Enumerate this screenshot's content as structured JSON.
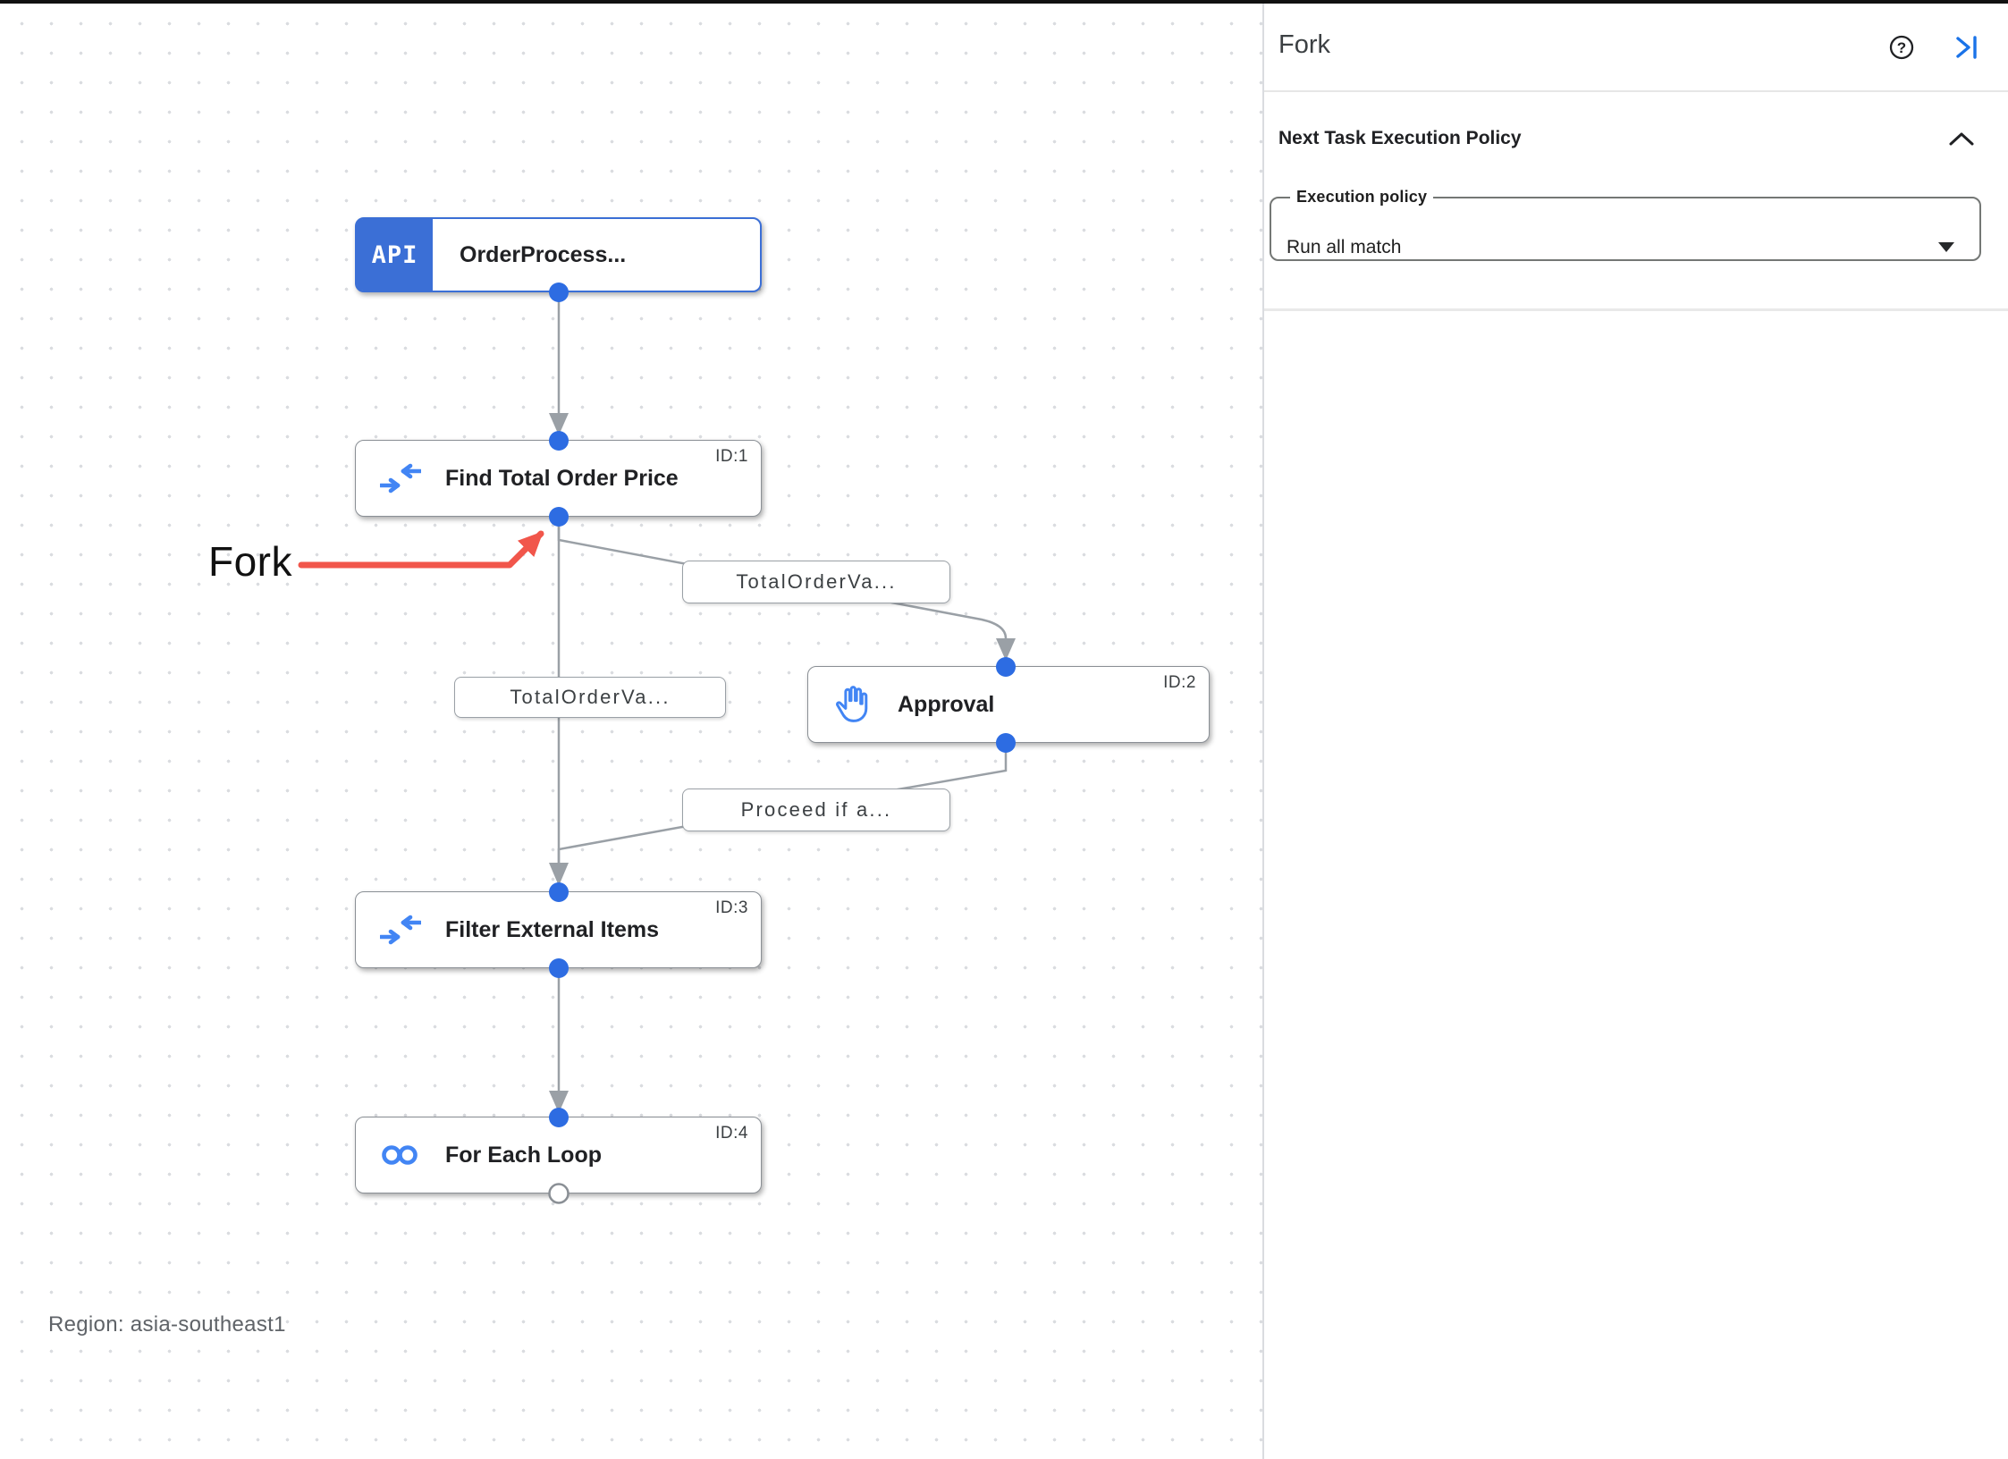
{
  "canvas": {
    "region": "Region: asia-southeast1",
    "annotation_label": "Fork",
    "trigger": {
      "badge": "API",
      "title": "OrderProcess..."
    },
    "nodes": [
      {
        "id": "ID:1",
        "title": "Find Total Order Price",
        "icon": "data-mapping-icon"
      },
      {
        "id": "ID:2",
        "title": "Approval",
        "icon": "approval-hand-icon"
      },
      {
        "id": "ID:3",
        "title": "Filter External Items",
        "icon": "data-mapping-icon"
      },
      {
        "id": "ID:4",
        "title": "For Each Loop",
        "icon": "for-each-loop-icon"
      }
    ],
    "edge_labels": {
      "fork_right": "TotalOrderVa...",
      "fork_down": "TotalOrderVa...",
      "approval_out": "Proceed if a..."
    }
  },
  "panel": {
    "title": "Fork",
    "icons": {
      "help": "circled-question-mark",
      "collapse": "collapse-panel-right"
    },
    "section_title": "Next Task Execution Policy",
    "execution_policy_label": "Execution policy",
    "execution_policy_value": "Run all match"
  },
  "colors": {
    "trigger_blue": "#3b6fd6",
    "dot_blue": "#2d6ce2",
    "icon_blue": "#4285f4",
    "edge_gray": "#9aa0a6",
    "annotation_red": "#f1564b",
    "panel_accent_blue": "#1a73e8"
  }
}
